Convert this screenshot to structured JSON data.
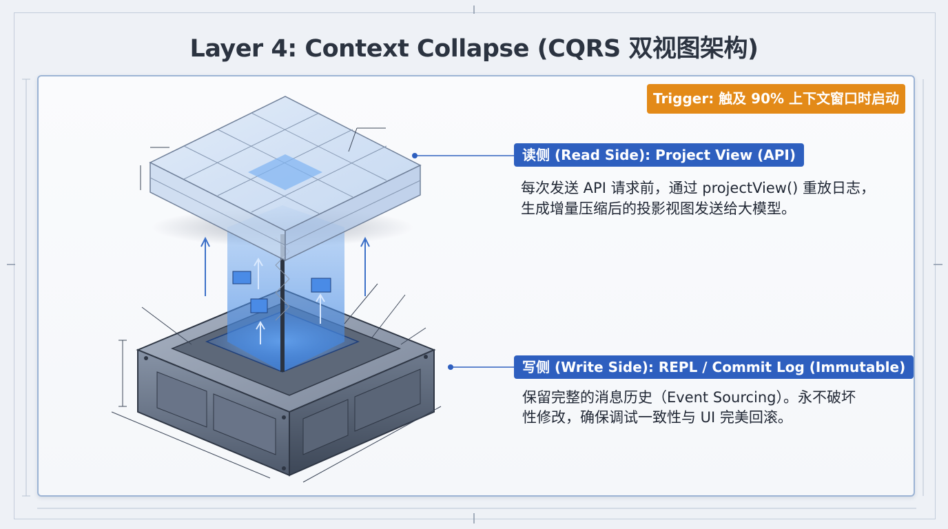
{
  "title": "Layer 4: Context Collapse (CQRS 双视图架构)",
  "trigger": "Trigger: 触及 90% 上下文窗口时启动",
  "read_side": {
    "label": "读侧 (Read Side): Project View (API)",
    "line1": "每次发送 API 请求前，通过 projectView() 重放日志，",
    "line2": "生成增量压缩后的投影视图发送给大模型。"
  },
  "write_side": {
    "label": "写侧 (Write Side): REPL / Commit Log (Immutable)",
    "line1": "保留完整的消息历史（Event Sourcing）。永不破坏",
    "line2": "性修改，确保调试一致性与 UI 完美回滚。"
  },
  "colors": {
    "accent_blue": "#2e5fbf",
    "trigger_orange": "#e38a18",
    "glass_blue": "#6aa6ee"
  }
}
